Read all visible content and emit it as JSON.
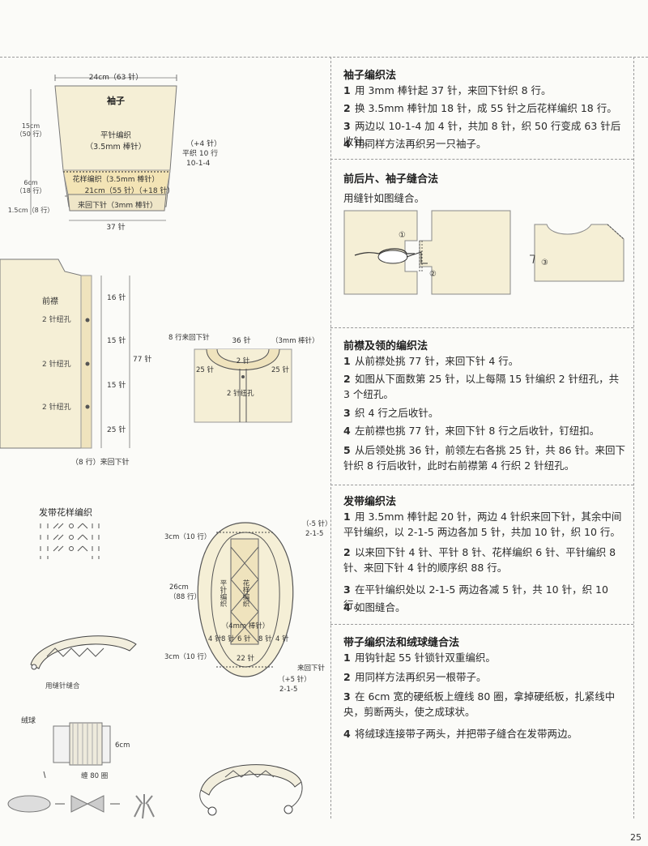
{
  "page_number": "25",
  "right": {
    "sleeve": {
      "title": "袖子编织法",
      "steps": [
        {
          "n": "1",
          "text": "用 3mm 棒针起 37 针，来回下针织 8 行。"
        },
        {
          "n": "2",
          "text": "换 3.5mm 棒针加 18 针，成 55 针之后花样编织 18 行。"
        },
        {
          "n": "3",
          "text": "两边以 10-1-4 加 4 针，共加 8 针，织 50 行变成 63 针后收针。"
        },
        {
          "n": "4",
          "text": "用同样方法再织另一只袖子。"
        }
      ]
    },
    "seam": {
      "title": "前后片、袖子缝合法",
      "text": "用缝针如图缝合。"
    },
    "placket": {
      "title": "前襟及领的编织法",
      "steps": [
        {
          "n": "1",
          "text": "从前襟处挑 77 针，来回下针 4 行。"
        },
        {
          "n": "2",
          "text": "如图从下面数第 25 针，以上每隔 15 针编织 2 针纽孔，共 3 个纽孔。"
        },
        {
          "n": "3",
          "text": "织 4 行之后收针。"
        },
        {
          "n": "4",
          "text": "左前襟也挑 77 针，来回下针 8 行之后收针，钉纽扣。"
        },
        {
          "n": "5",
          "text": "从后领处挑 36 针，前领左右各挑 25 针，共 86 针。来回下针织 8 行后收针，此时右前襟第 4 行织 2 针纽孔。"
        }
      ]
    },
    "headband": {
      "title": "发带编织法",
      "steps": [
        {
          "n": "1",
          "text": "用 3.5mm 棒针起 20 针，两边 4 针织来回下针，其余中间平针编织，以 2-1-5 两边各加 5 针，共加 10 针，织 10 行。"
        },
        {
          "n": "2",
          "text": "以来回下针 4 针、平针 8 针、花样编织 6 针、平针编织 8 针、来回下针 4 针的顺序织 88 行。"
        },
        {
          "n": "3",
          "text": "在平针编织处以 2-1-5 两边各减 5 针，共 10 针，织 10 行。"
        },
        {
          "n": "4",
          "text": "如图缝合。"
        }
      ]
    },
    "strap": {
      "title": "带子编织法和绒球缝合法",
      "steps": [
        {
          "n": "1",
          "text": "用钩针起 55 针锁针双重编织。"
        },
        {
          "n": "2",
          "text": "用同样方法再织另一根带子。"
        },
        {
          "n": "3",
          "text": "在 6cm 宽的硬纸板上缠线 80 圈，拿掉硬纸板，扎紧线中央，剪断两头，使之成球状。"
        },
        {
          "n": "4",
          "text": "将绒球连接带子两头，并把带子缝合在发带两边。"
        }
      ]
    }
  },
  "diagrams": {
    "sleeve": {
      "top_width": "24cm（63 针）",
      "title": "袖子",
      "body": "平针编织",
      "body_sub": "（3.5mm 棒针）",
      "inc_1": "（+4 针）",
      "inc_2": "平织 10 行",
      "inc_3": "10-1-4",
      "pattern": "花样编织（3.5mm 棒针）",
      "count": "21cm（55 针）（+18 针）",
      "cuff": "来回下针（3mm 棒针）",
      "bottom": "37 针",
      "h1": "15cm",
      "h1b": "（50 行）",
      "h2": "6cm",
      "h2b": "（18 行）",
      "h3": "1.5cm（8 行）"
    },
    "front": {
      "label": "前襟",
      "btn1": "2 针纽孔",
      "btn2": "2 针纽孔",
      "btn3": "2 针纽孔",
      "s1": "16 针",
      "s2": "15 针",
      "s3": "15 针",
      "s4": "25 针",
      "total": "77 针",
      "bottom": "（8 行）来回下针"
    },
    "collar": {
      "rows": "8 行来回下针",
      "center": "36 针",
      "needle": "（3mm 棒针）",
      "hole": "2 针",
      "left": "25 针",
      "right": "25 针",
      "hole2": "2 针纽孔"
    },
    "seam_marks": {
      "m1": "①",
      "m2": "②",
      "m3": "③"
    },
    "chart": {
      "title": "发带花样编织"
    },
    "band": {
      "top_dec": "（-5 针）",
      "top_dec2": "2-1-5",
      "h_top": "3cm（10 行）",
      "h_mid": "26cm",
      "h_mid2": "（88 行）",
      "h_bot": "3cm（10 行）",
      "flat": "平针编织",
      "flat2": "平针编织",
      "pattern": "花样编织",
      "needle": "（4mm 棒针）",
      "st1": "4 针",
      "st2": "8 针",
      "st3": "6 针",
      "st4": "8 针",
      "st5": "4 针",
      "bottom": "22 针",
      "edge": "来回下针",
      "inc": "（+5 针）",
      "inc2": "2-1-5"
    },
    "sew_caption": "用缝针缝合",
    "pompom": {
      "title": "绒球",
      "size": "6cm",
      "wraps": "缠 80 圈"
    }
  }
}
